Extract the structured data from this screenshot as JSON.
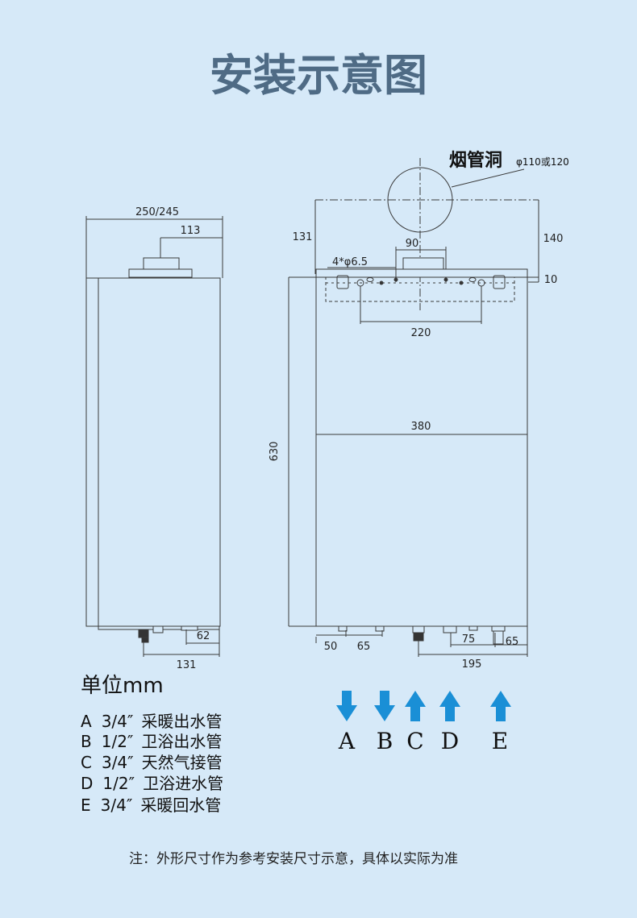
{
  "title": "安装示意图",
  "colors": {
    "background": "#d6e9f8",
    "title": "#4f6b85",
    "line": "#3a3a3a",
    "arrow": "#1a8fd6"
  },
  "flue": {
    "label": "烟管洞",
    "spec": "φ110或120"
  },
  "dimensions": {
    "side_depth": "250/245",
    "side_flue_offset": "113",
    "side_bottom_62": "62",
    "side_bottom_131": "131",
    "front_131": "131",
    "front_90": "90",
    "front_140": "140",
    "front_holes": "4*φ6.5",
    "front_10": "10",
    "front_220": "220",
    "front_380": "380",
    "front_630": "630",
    "front_50": "50",
    "front_65a": "65",
    "front_75": "75",
    "front_65b": "65",
    "front_195": "195"
  },
  "unit_label": "单位mm",
  "legend": [
    {
      "letter": "A",
      "size": "3/4″",
      "name": "采暖出水管",
      "direction": "down"
    },
    {
      "letter": "B",
      "size": "1/2″",
      "name": "卫浴出水管",
      "direction": "down"
    },
    {
      "letter": "C",
      "size": "3/4″",
      "name": "天然气接管",
      "direction": "up"
    },
    {
      "letter": "D",
      "size": "1/2″",
      "name": "卫浴进水管",
      "direction": "up"
    },
    {
      "letter": "E",
      "size": "3/4″",
      "name": "采暖回水管",
      "direction": "up"
    }
  ],
  "note": "注：外形尺寸作为参考安装尺寸示意，具体以实际为准"
}
